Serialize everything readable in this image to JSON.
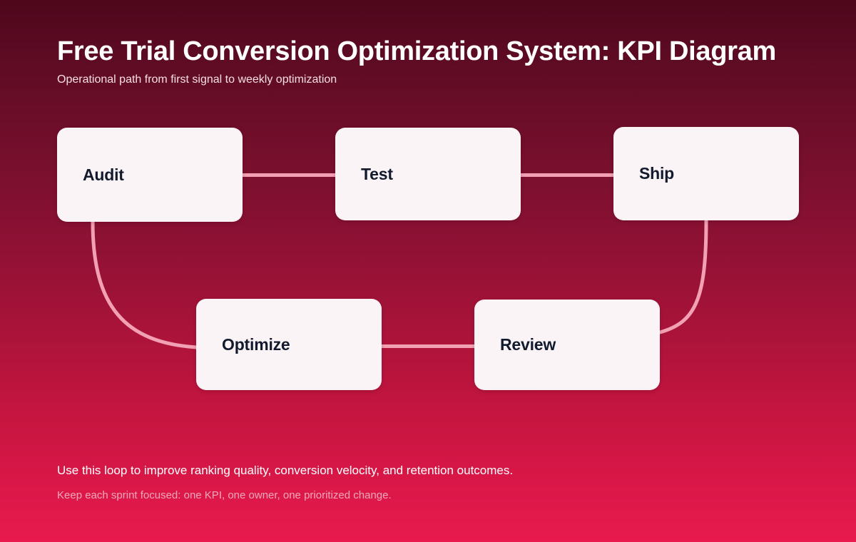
{
  "header": {
    "title": "Free Trial Conversion Optimization System: KPI Diagram",
    "subtitle": "Operational path from first signal to weekly optimization"
  },
  "diagram": {
    "type": "cycle-flow",
    "nodes": [
      {
        "id": "audit",
        "label": "Audit"
      },
      {
        "id": "test",
        "label": "Test"
      },
      {
        "id": "ship",
        "label": "Ship"
      },
      {
        "id": "optimize",
        "label": "Optimize"
      },
      {
        "id": "review",
        "label": "Review"
      }
    ],
    "edges": [
      {
        "from": "audit",
        "to": "test",
        "style": "straight"
      },
      {
        "from": "test",
        "to": "ship",
        "style": "straight"
      },
      {
        "from": "ship",
        "to": "review",
        "style": "curved"
      },
      {
        "from": "review",
        "to": "optimize",
        "style": "straight"
      },
      {
        "from": "optimize",
        "to": "audit",
        "style": "curved"
      }
    ],
    "colors": {
      "node_fill": "#faf4f6",
      "node_text": "#121a2e",
      "edge": "#f2a0b3",
      "background_top": "#4e071c",
      "background_bottom": "#e81a4e"
    }
  },
  "footer": {
    "primary": "Use this loop to improve ranking quality, conversion velocity, and retention outcomes.",
    "secondary": "Keep each sprint focused: one KPI, one owner, one prioritized change."
  }
}
